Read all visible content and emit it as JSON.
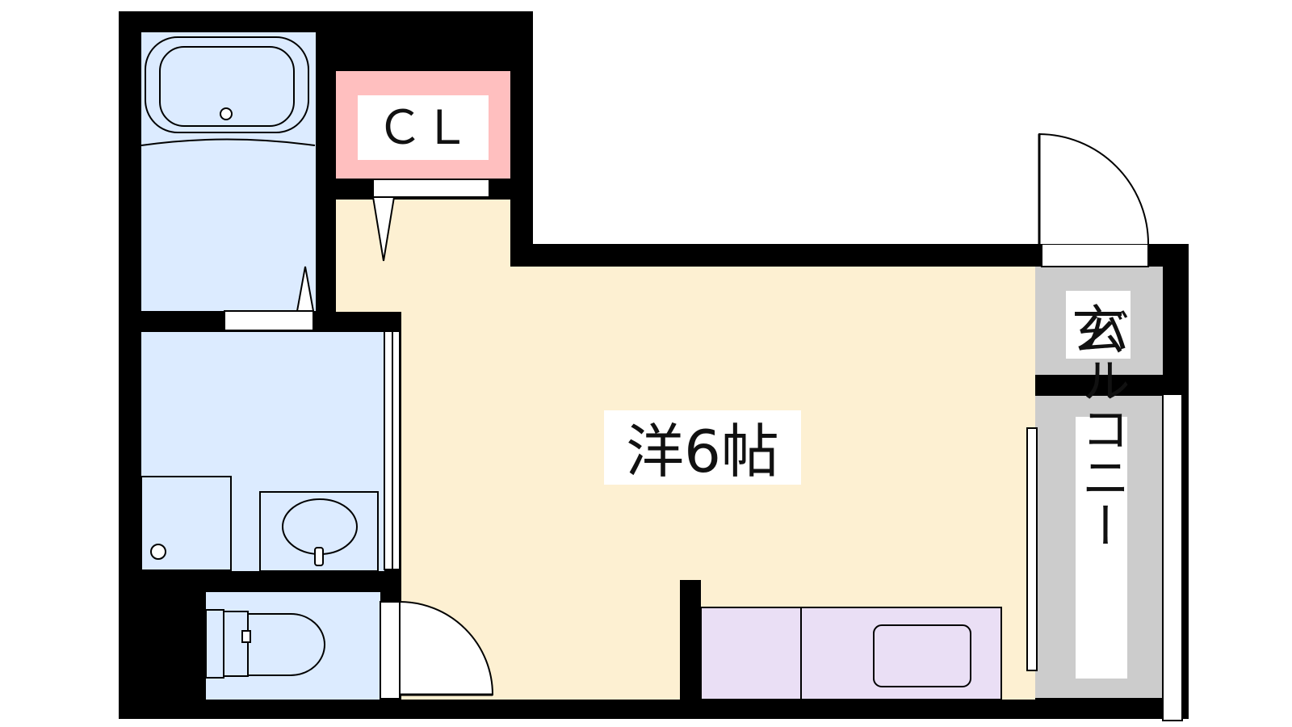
{
  "rooms": {
    "closet": {
      "label": "ＣＬ",
      "color": "#ffbfbf"
    },
    "main_room": {
      "label": "洋6帖",
      "color": "#fdf0d2"
    },
    "entrance": {
      "label": "玄",
      "color": "#cccccc"
    },
    "balcony": {
      "label": "バルコニー",
      "color": "#cccccc"
    },
    "wet_area_color": "#dcebff",
    "kitchen_color": "#eadff5",
    "wall_color": "#000000"
  }
}
